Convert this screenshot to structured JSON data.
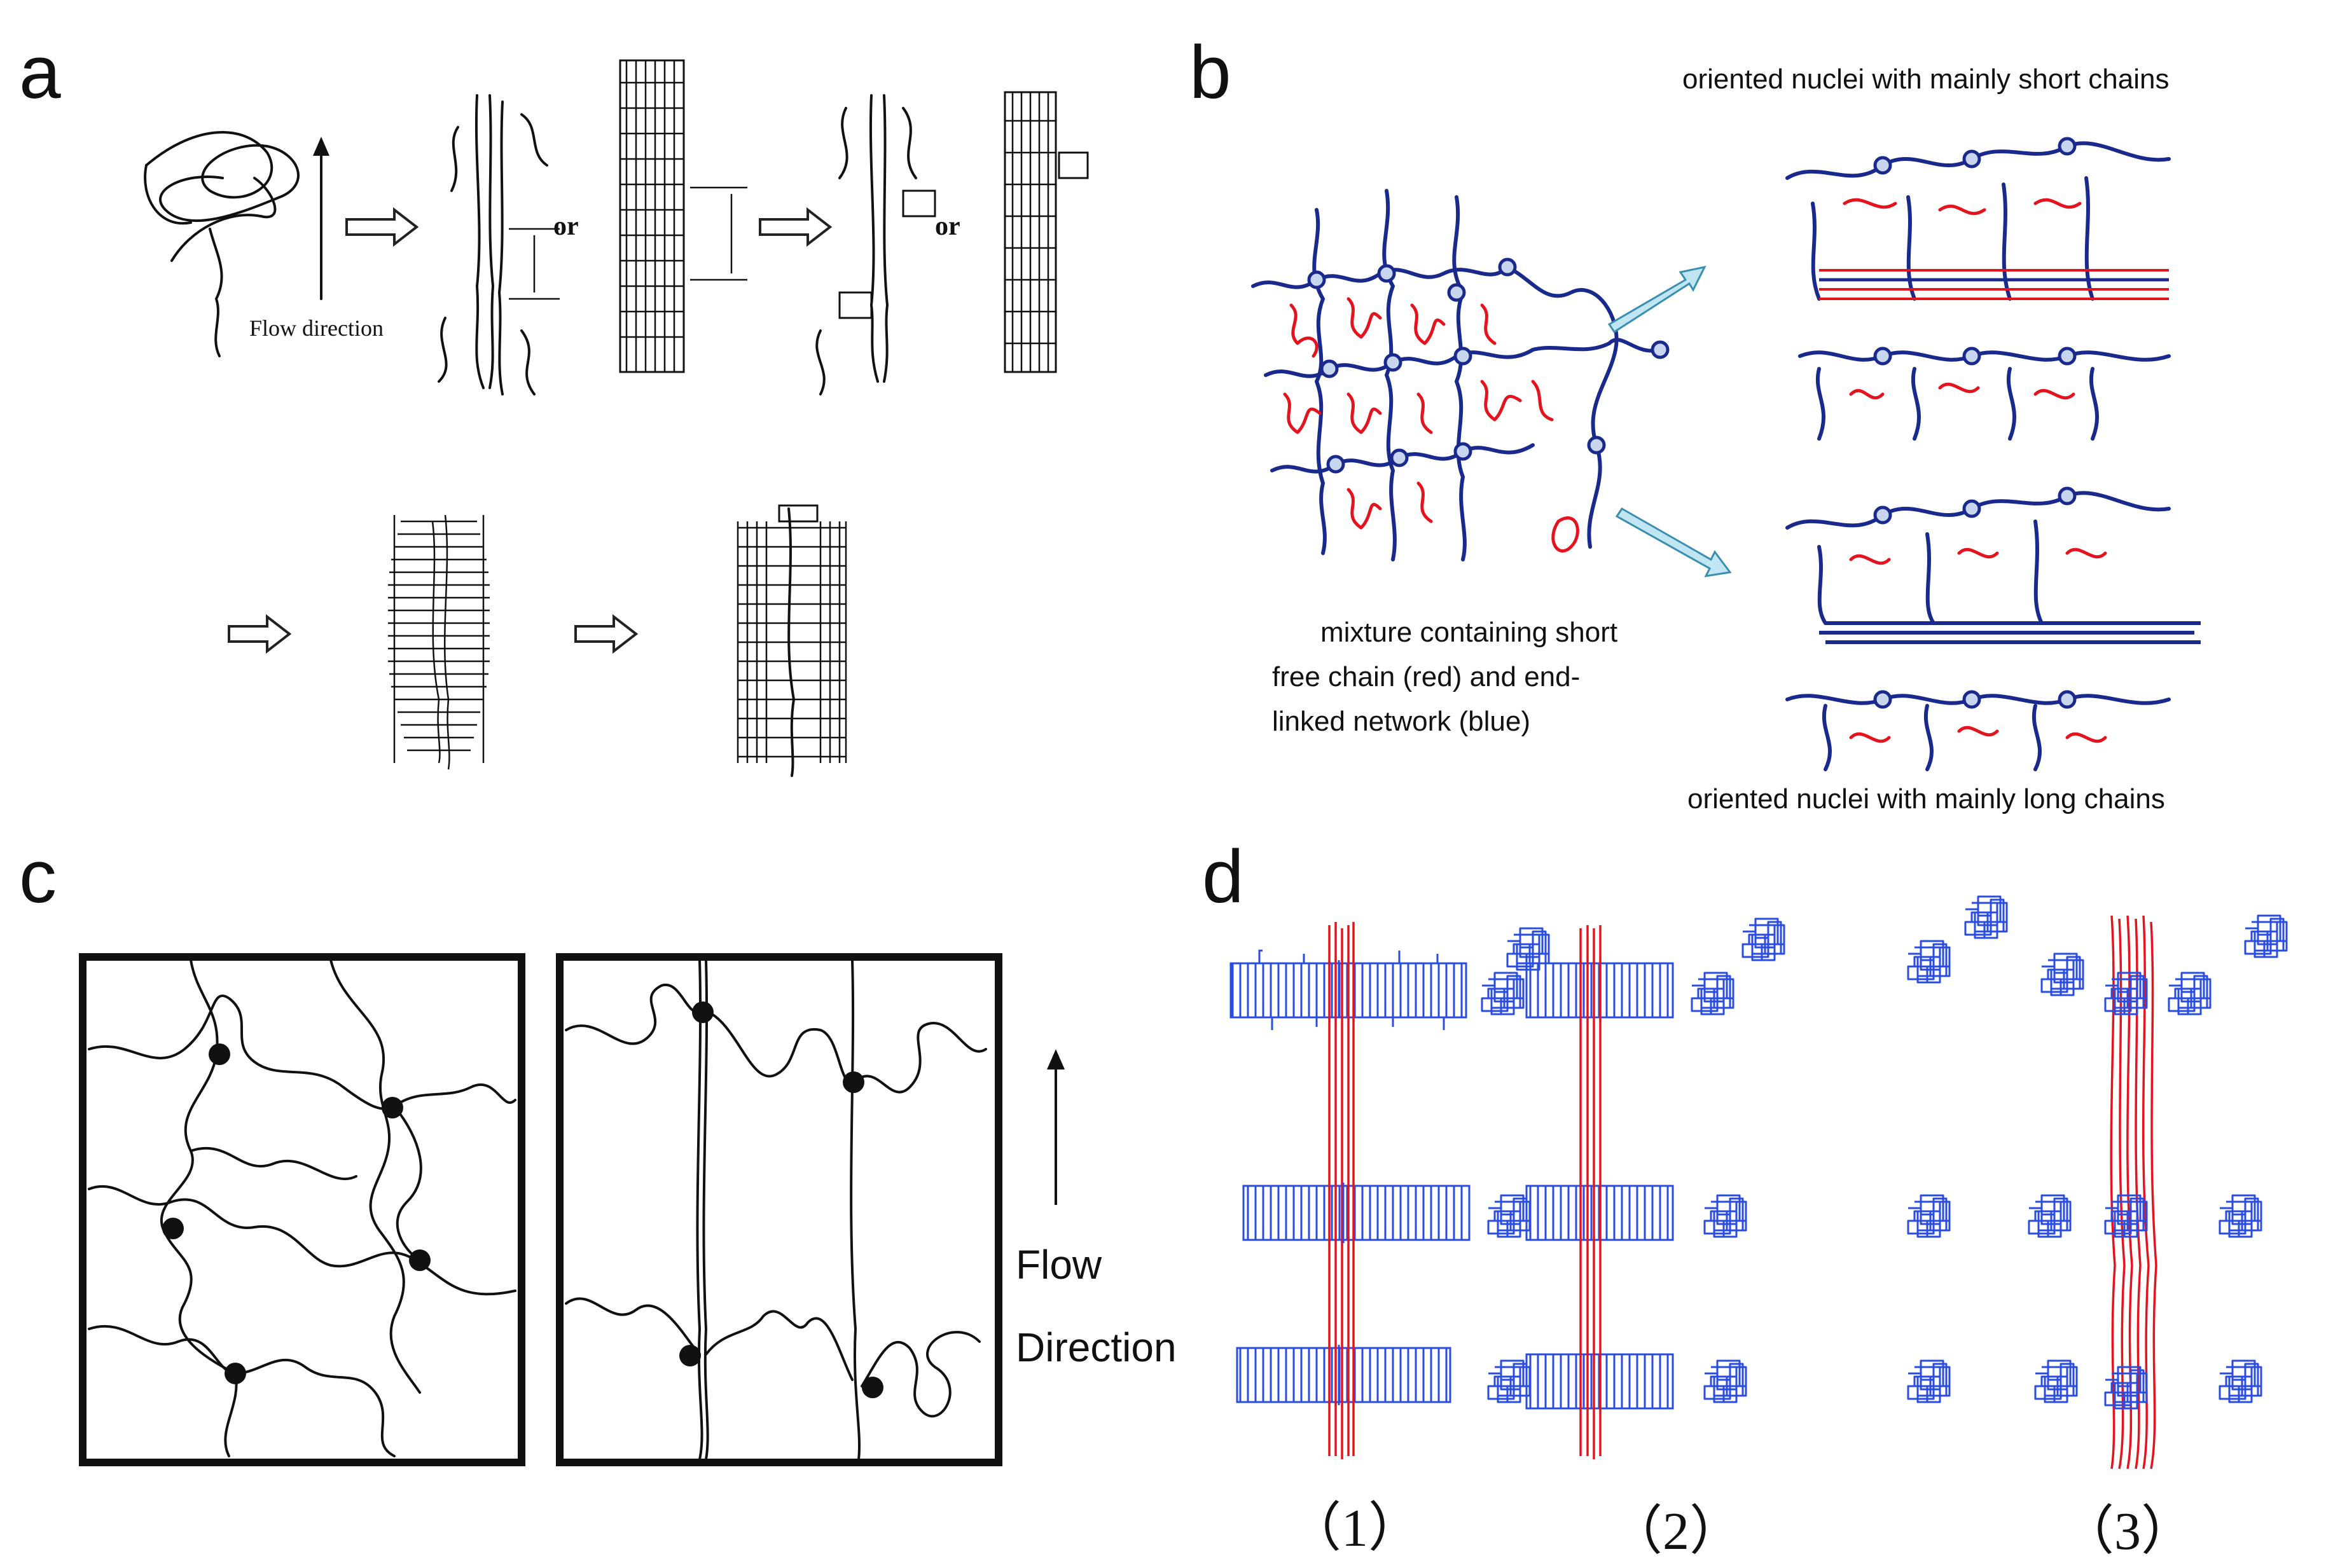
{
  "panels": {
    "a": {
      "label": "a",
      "flow_label": "Flow direction",
      "or_label_1": "or",
      "or_label_2": "or"
    },
    "b": {
      "label": "b",
      "caption_top": "oriented nuclei with mainly short chains",
      "caption_bottom": "oriented nuclei with mainly long chains",
      "mixture_line1": "mixture containing short",
      "mixture_line2": "free chain (red) and end-",
      "mixture_line3": "linked network (blue)",
      "colors": {
        "network": "#1a2a8c",
        "free_chain": "#e3141e",
        "arrow": "#bfe6f2"
      }
    },
    "c": {
      "label": "c",
      "flow_label": "Flow",
      "direction_label": "Direction"
    },
    "d": {
      "label": "d",
      "sub1": "（1）",
      "sub2": "（2）",
      "sub3": "（3）",
      "colors": {
        "shish": "#e3141e",
        "kebab": "#2a4de0"
      }
    }
  }
}
